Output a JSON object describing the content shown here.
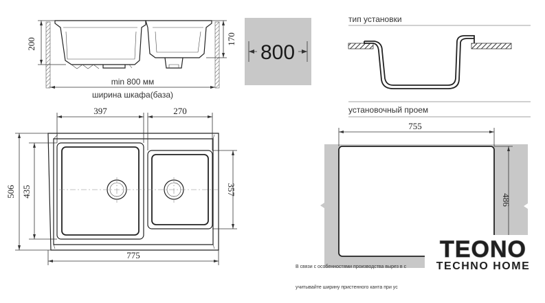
{
  "side_view": {
    "dim_left": "200",
    "dim_right": "170",
    "min_width": "min 800 мм",
    "cabinet_width": "ширина шкафа(база)"
  },
  "badge": {
    "value": "800",
    "background": "#c8c8c8"
  },
  "install_type": {
    "title": "тип установки"
  },
  "opening": {
    "title": "установочный проем",
    "width": "755",
    "height": "486"
  },
  "top_view": {
    "bowl_left_width": "397",
    "bowl_right_width": "270",
    "total_height": "506",
    "bowl_left_height": "435",
    "bowl_right_height": "357",
    "total_width": "775"
  },
  "notes": {
    "line1": "В связи с особенностями производства вырез в с",
    "line2": "учитывайте ширину пристенного канта при ус"
  },
  "logo": {
    "brand": "TEONO",
    "tagline": "TECHNO HOME"
  }
}
